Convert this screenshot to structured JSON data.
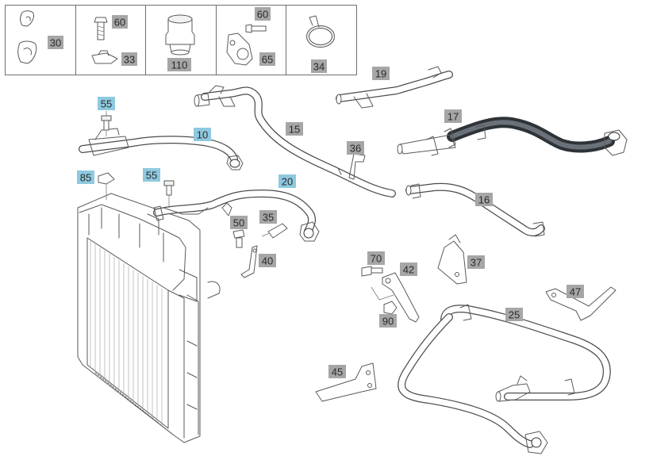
{
  "colors": {
    "label_bg": "#a6a6a6",
    "label_highlight_bg": "#8ec9df",
    "label_text": "#2a2a2a",
    "line": "#5a5a5a",
    "dark_hose": "#2e3338"
  },
  "legend_box": {
    "cells": [
      {
        "labels": [
          "30"
        ]
      },
      {
        "labels": [
          "60",
          "33"
        ]
      },
      {
        "labels": [
          "110"
        ]
      },
      {
        "labels": [
          "60",
          "65"
        ]
      },
      {
        "labels": [
          "34"
        ]
      }
    ]
  },
  "callouts": {
    "c55a": "55",
    "c10": "10",
    "c85": "85",
    "c55b": "55",
    "c20": "20",
    "c50": "50",
    "c35": "35",
    "c40": "40",
    "c15": "15",
    "c36": "36",
    "c19": "19",
    "c17": "17",
    "c16": "16",
    "c70": "70",
    "c42": "42",
    "c37": "37",
    "c90": "90",
    "c47": "47",
    "c25": "25",
    "c45": "45"
  },
  "highlighted_callouts": [
    "55",
    "10",
    "85",
    "20"
  ]
}
